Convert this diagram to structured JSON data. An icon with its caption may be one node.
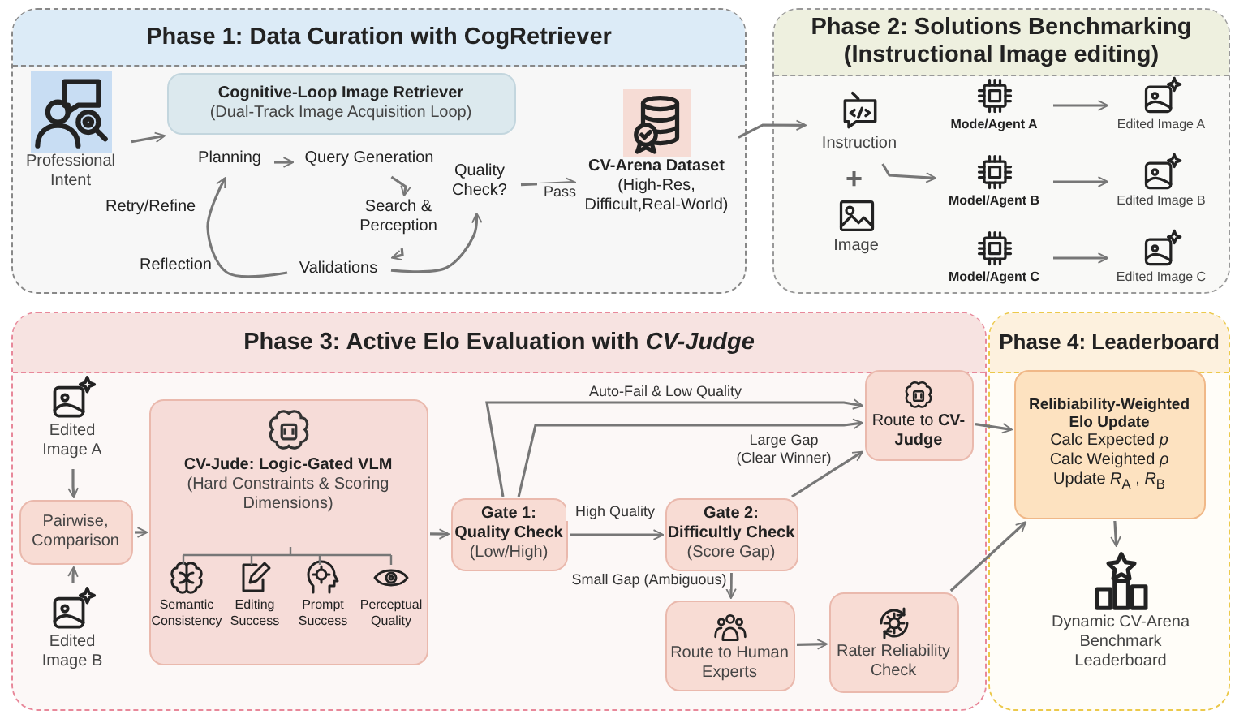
{
  "diagram": {
    "nodes": [
      {
        "text": [
          "Phase 1: Data Curation with CogRetriever"
        ]
      },
      {
        "text": [
          "Professional Intent"
        ],
        "in": 0
      },
      {
        "text": [
          "Cognitive-Loop Image Retriever",
          "(Dual-Track Image Acquisition Loop)"
        ],
        "in": 0
      },
      {
        "text": [
          "Planning"
        ],
        "in": 0
      },
      {
        "text": [
          "Query Generation"
        ],
        "in": 0
      },
      {
        "text": [
          "Search & Perception"
        ],
        "in": 0
      },
      {
        "text": [
          "Validations"
        ],
        "in": 0
      },
      {
        "text": [
          "Quality Check?"
        ],
        "in": 0
      },
      {
        "text": [
          "CV-Arena Dataset",
          "(High-Res, Difficult,Real-World)"
        ],
        "in": 0
      },
      {
        "text": [
          "Phase 2: Solutions Benchmarking (Instructional Image editing)"
        ]
      },
      {
        "text": [
          "Instruction"
        ],
        "in": 9
      },
      {
        "text": [
          "Image"
        ],
        "in": 9
      },
      {
        "text": [
          "Mode/Agent A"
        ],
        "in": 9
      },
      {
        "text": [
          "Model/Agent B"
        ],
        "in": 9
      },
      {
        "text": [
          "Model/Agent C"
        ],
        "in": 9
      },
      {
        "text": [
          "Edited Image A"
        ],
        "in": 9
      },
      {
        "text": [
          "Edited Image B"
        ],
        "in": 9
      },
      {
        "text": [
          "Edited Image C"
        ],
        "in": 9
      },
      {
        "text": [
          "Phase 3: Active Elo Evaluation with *CV-Judge*"
        ]
      },
      {
        "text": [
          "Edited Image A"
        ],
        "in": 18
      },
      {
        "text": [
          "Pairwise, Comparison"
        ],
        "in": 18
      },
      {
        "text": [
          "Edited Image B"
        ],
        "in": 18
      },
      {
        "text": [
          "CV-Jude: Logic-Gated VLM",
          "(Hard Constraints & Scoring Dimensions)"
        ],
        "in": 18
      },
      {
        "text": [
          "Semantic Consistency"
        ],
        "in": 22
      },
      {
        "text": [
          "Editing Success"
        ],
        "in": 22
      },
      {
        "text": [
          "Prompt Success"
        ],
        "in": 22
      },
      {
        "text": [
          "Perceptual Quality"
        ],
        "in": 22
      },
      {
        "text": [
          "Gate 1: Quality Check",
          "(Low/High)"
        ],
        "in": 18
      },
      {
        "text": [
          "Gate 2: Difficultly Check",
          "(Score Gap)"
        ],
        "in": 18
      },
      {
        "text": [
          "Route to **CV-Judge**"
        ],
        "in": 18
      },
      {
        "text": [
          "Route to Human Experts"
        ],
        "in": 18
      },
      {
        "text": [
          "Rater Reliability Check"
        ],
        "in": 18
      },
      {
        "text": [
          "Phase 4: Leaderboard"
        ]
      },
      {
        "text": [
          "Relibiability-Weighted Elo Update",
          "Calc Expected *p*",
          "Calc Weighted *ρ*",
          "Update *R*$_{A}$ , *R*$_{B}$"
        ],
        "in": 32
      },
      {
        "text": [
          "Dynamic CV-Arena Benchmark Leaderboard"
        ],
        "in": 32
      }
    ],
    "edges": [
      {
        "from": 1,
        "to": 2,
        "arrow": "to"
      },
      {
        "from": 3,
        "to": 4,
        "arrow": "to"
      },
      {
        "from": 4,
        "to": 5,
        "arrow": "to"
      },
      {
        "from": 5,
        "to": 6,
        "arrow": "to"
      },
      {
        "from": 6,
        "to": 3,
        "arrow": "to"
      },
      {
        "from": 6,
        "to": 7,
        "arrow": "to"
      },
      {
        "from": 7,
        "to": 8,
        "arrow": "to",
        "label": "Pass"
      },
      {
        "from": 8,
        "to": 10,
        "arrow": "to"
      },
      {
        "from": 10,
        "to": 13,
        "arrow": "to"
      },
      {
        "from": 12,
        "to": 15,
        "arrow": "to"
      },
      {
        "from": 13,
        "to": 16,
        "arrow": "to"
      },
      {
        "from": 14,
        "to": 17,
        "arrow": "to"
      },
      {
        "from": 19,
        "to": 20,
        "arrow": "to"
      },
      {
        "from": 21,
        "to": 20,
        "arrow": "to"
      },
      {
        "from": 20,
        "to": 22,
        "arrow": "to"
      },
      {
        "from": 22,
        "to": 27,
        "arrow": "to"
      },
      {
        "from": 27,
        "to": 28,
        "arrow": "to",
        "label": "High Quality"
      },
      {
        "from": 27,
        "to": 29,
        "arrow": "to",
        "label": "Auto-Fail & Low Quality"
      },
      {
        "from": 27,
        "to": 29,
        "arrow": "to"
      },
      {
        "from": 28,
        "to": 29,
        "arrow": "to",
        "label": "Large Gap (Clear Winner)"
      },
      {
        "from": 28,
        "to": 30,
        "arrow": "to",
        "label": "Small Gap (Ambiguous)"
      },
      {
        "from": 30,
        "to": 31,
        "arrow": "to"
      },
      {
        "from": 29,
        "to": 33,
        "arrow": "to"
      },
      {
        "from": 31,
        "to": 33,
        "arrow": "to"
      },
      {
        "from": 33,
        "to": 34,
        "arrow": "to"
      }
    ],
    "labels": [
      "Retry/Refine",
      "Reflection",
      "+"
    ]
  }
}
